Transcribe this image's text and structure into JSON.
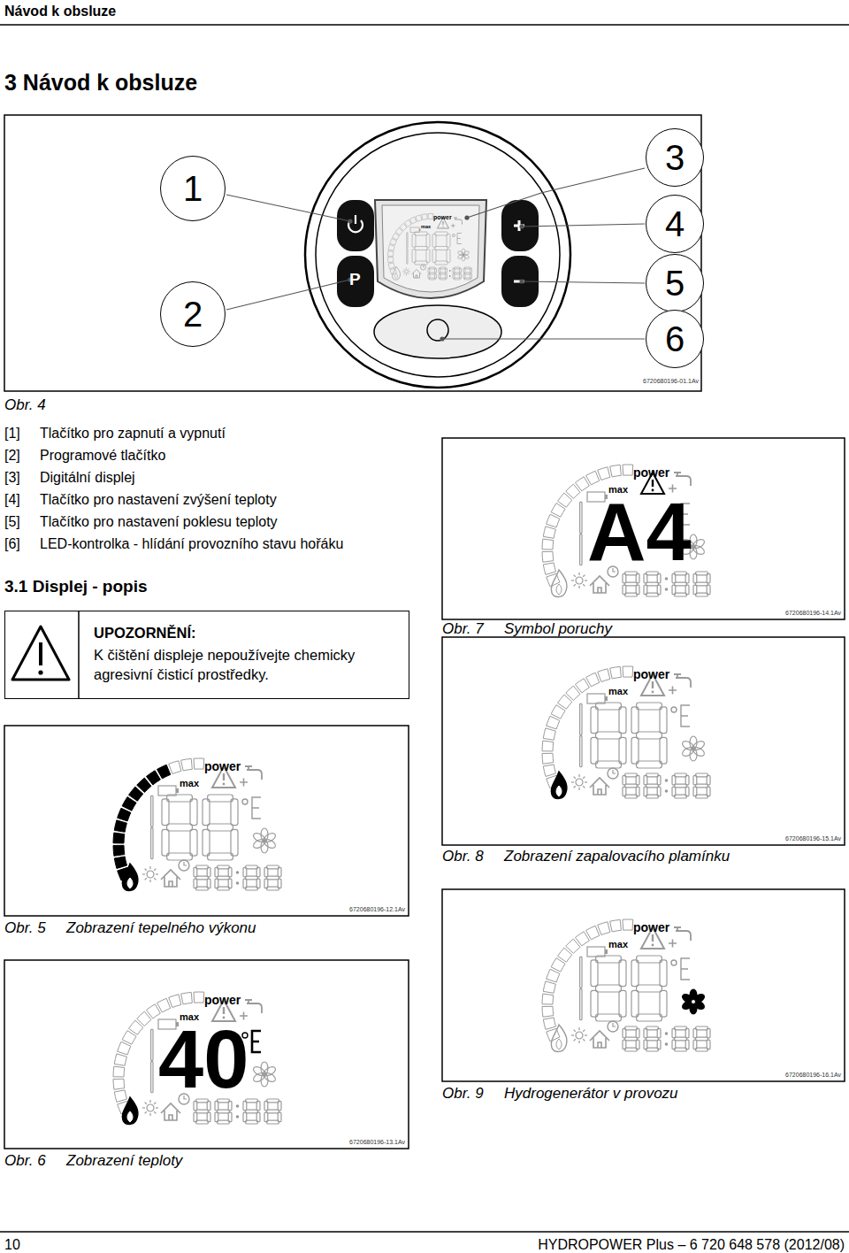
{
  "diagram": {
    "title": "3 Návod k obsluze",
    "nodes": [
      {
        "text": [
          "1"
        ]
      },
      {
        "text": [
          "2"
        ]
      },
      {
        "text": [
          "3"
        ]
      },
      {
        "text": [
          "4"
        ]
      },
      {
        "text": [
          "5"
        ]
      },
      {
        "text": [
          "6"
        ]
      },
      {
        "text": [
          "UPOZORNĚNÍ:",
          "K čištění displeje nepoužívejte chemicky agresivní čisticí prostředky."
        ]
      }
    ],
    "labels": [
      "Návod k obsluze",
      "6720680196-01.1Av",
      "Obr. 4",
      "[1]",
      "Tlačítko pro zapnutí a vypnutí",
      "[2]",
      "Programové tlačítko",
      "[3]",
      "Digitální displej",
      "[4]",
      "Tlačítko pro nastavení zvýšení teploty",
      "[5]",
      "Tlačítko pro nastavení poklesu teploty",
      "[6]",
      "LED-kontrolka - hlídání provozního stavu hořáku",
      "3.1 Displej - popis",
      "power",
      "max",
      "P",
      "power",
      "max",
      "A4",
      "6720680196-14.1Av",
      "Obr. 7",
      "Symbol poruchy",
      "power",
      "max",
      "6720680196-15.1Av",
      "Obr. 8",
      "Zobrazení zapalovacího plamínku",
      "power",
      "max",
      "6720680196-12.1Av",
      "Obr. 5",
      "Zobrazení tepelného výkonu",
      "power",
      "max",
      "6720680196-16.1Av",
      "Obr. 9",
      "Hydrogenerátor v provozu",
      "power",
      "max",
      "40",
      "6720680196-13.1Av",
      "Obr. 6",
      "Zobrazení teploty",
      "10",
      "HYDROPOWER Plus – 6 720 648 578 (2012/08)"
    ]
  }
}
